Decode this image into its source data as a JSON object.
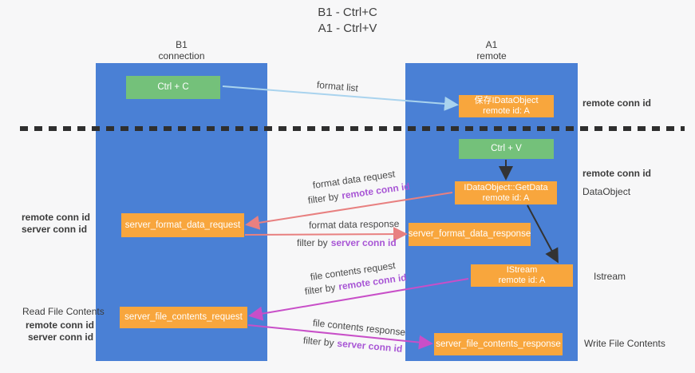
{
  "title": {
    "line1": "B1 - Ctrl+C",
    "line2": "A1 - Ctrl+V"
  },
  "lifelines": {
    "b1": {
      "name": "B1",
      "role": "connection"
    },
    "a1": {
      "name": "A1",
      "role": "remote"
    }
  },
  "boxes": {
    "ctrl_c": {
      "label": "Ctrl + C"
    },
    "store_idataobject": {
      "line1": "保存IDataObject",
      "line2": "remote id: A"
    },
    "ctrl_v": {
      "label": "Ctrl + V"
    },
    "idataobject_getdata": {
      "line1": "IDataObject::GetData",
      "line2": "remote id: A"
    },
    "server_format_data_request": {
      "label": "server_format_data_request"
    },
    "server_format_data_response": {
      "label": "server_format_data_response"
    },
    "istream": {
      "line1": "IStream",
      "line2": "remote id: A"
    },
    "server_file_contents_request": {
      "label": "server_file_contents_request"
    },
    "server_file_contents_response": {
      "label": "server_file_contents_response"
    }
  },
  "arrow_labels": {
    "format_list": "format list",
    "format_data_request": "format data request",
    "format_data_response": "format data response",
    "file_contents_request": "file contents request",
    "file_contents_response": "file contents response",
    "filter_by": "filter by",
    "remote_conn_id": "remote conn id",
    "server_conn_id": "server conn id"
  },
  "annotations": {
    "remote_conn_id": "remote conn id",
    "server_conn_id": "server conn id",
    "dataobject": "DataObject",
    "istream": "Istream",
    "read_file_contents": "Read File Contents",
    "write_file_contents": "Write File Contents"
  },
  "colors": {
    "lifeline_blue": "#4a80d5",
    "box_green": "#74c17a",
    "box_orange": "#f8a63d",
    "conn_id_purple": "#a856d5",
    "conn_id_green": "#67bf72",
    "arrow_salmon": "#e88080",
    "arrow_magenta": "#c84fc8",
    "arrow_light_blue": "#a9d3ee",
    "arrow_black": "#333333",
    "dashed_divider": "#2f2f2f"
  }
}
